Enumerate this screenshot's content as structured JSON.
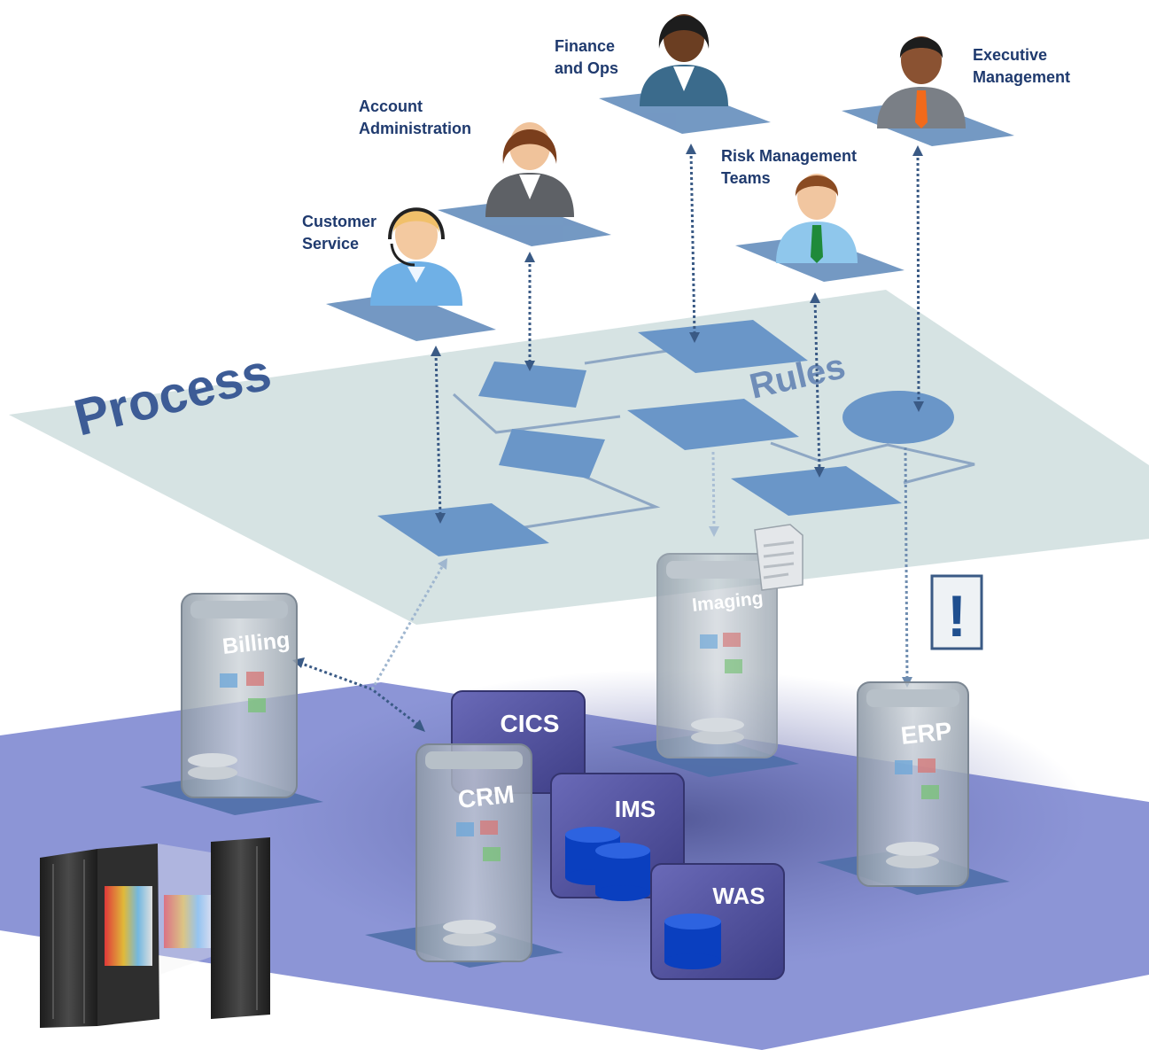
{
  "layers": {
    "process_plane_label": "Process",
    "rules_label": "Rules"
  },
  "roles": [
    {
      "line1": "Customer",
      "line2": "Service"
    },
    {
      "line1": "Account",
      "line2": "Administration"
    },
    {
      "line1": "Finance",
      "line2": "and Ops"
    },
    {
      "line1": "Risk Management",
      "line2": "Teams"
    },
    {
      "line1": "Executive",
      "line2": "Management"
    }
  ],
  "systems": {
    "billing": "Billing",
    "imaging": "Imaging",
    "cics": "CICS",
    "crm": "CRM",
    "ims": "IMS",
    "was": "WAS",
    "erp": "ERP"
  },
  "alert_symbol": "!",
  "colors": {
    "role_label": "#1f3a6e",
    "process_plane": "#d3e1e1",
    "process_shape": "#6a96c8",
    "connector": "#3a5a85",
    "system_plane": "#8c95d6",
    "mainframe_box": "#4f4f99"
  },
  "icons": [
    "person-headset-icon",
    "person-businesswoman-icon",
    "person-icon",
    "document-icon",
    "alert-icon",
    "database-icon",
    "mainframe-server-icon"
  ]
}
